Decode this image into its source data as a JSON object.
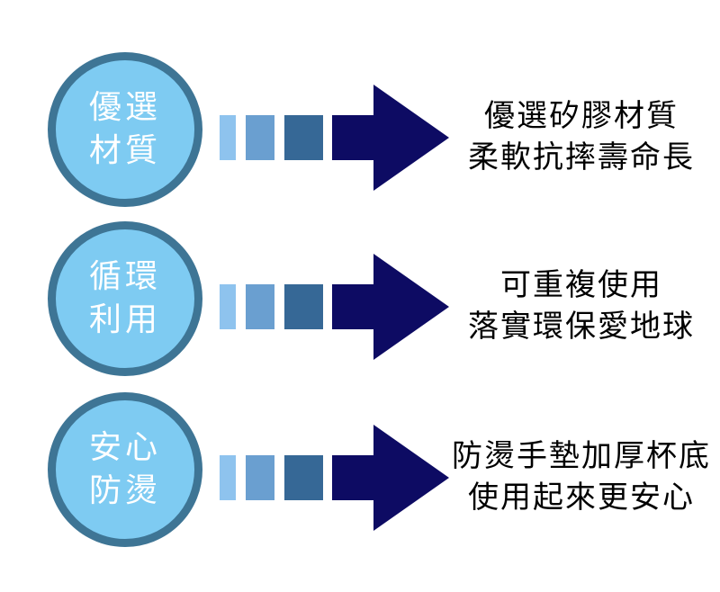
{
  "rows": [
    {
      "badge": {
        "line1": "優選",
        "line2": "材質"
      },
      "caption": {
        "line1": "優選矽膠材質",
        "line2": "柔軟抗摔壽命長"
      }
    },
    {
      "badge": {
        "line1": "循環",
        "line2": "利用"
      },
      "caption": {
        "line1": "可重複使用",
        "line2": "落實環保愛地球"
      }
    },
    {
      "badge": {
        "line1": "安心",
        "line2": "防燙"
      },
      "caption": {
        "line1": "防燙手墊加厚杯底",
        "line2": "使用起來更安心"
      }
    }
  ],
  "colors": {
    "badge_fill": "#7ecbf2",
    "badge_border": "#3e7595",
    "square_light": "#8ec3ee",
    "square_mid": "#6a9fd0",
    "square_dark": "#366896",
    "arrow": "#0d0b63"
  }
}
